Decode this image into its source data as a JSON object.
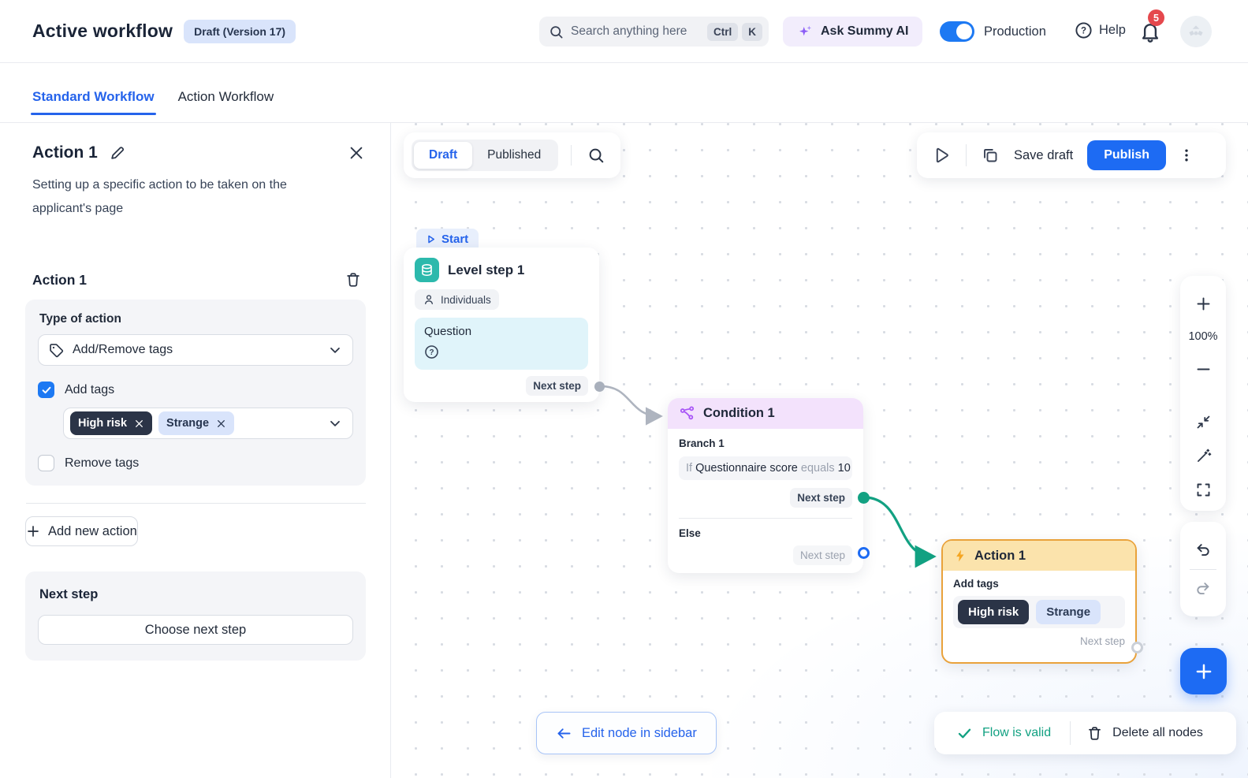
{
  "header": {
    "title": "Active workflow",
    "version_badge": "Draft (Version 17)",
    "search": {
      "placeholder": "Search anything here",
      "key1": "Ctrl",
      "key2": "K"
    },
    "ask_ai_label": "Ask Summy AI",
    "environment_toggle": {
      "label": "Production",
      "state": "on"
    },
    "help_label": "Help",
    "notifications_count": "5"
  },
  "tabs": [
    {
      "label": "Standard Workflow",
      "active": true
    },
    {
      "label": "Action Workflow",
      "active": false
    }
  ],
  "sidebar": {
    "title": "Action 1",
    "description": "Setting up a specific action to be taken on the applicant's page",
    "section_title": "Action 1",
    "type_of_action_label": "Type of action",
    "type_dropdown_value": "Add/Remove tags",
    "add_tags": {
      "label": "Add tags",
      "checked": true,
      "tags": [
        {
          "label": "High risk",
          "variant": "dark"
        },
        {
          "label": "Strange",
          "variant": "light"
        }
      ]
    },
    "remove_tags": {
      "label": "Remove tags",
      "checked": false
    },
    "add_new_action_label": "Add new action",
    "next_step": {
      "title": "Next step",
      "button_label": "Choose next step"
    }
  },
  "canvas": {
    "view_switch": {
      "draft": "Draft",
      "published": "Published",
      "selected": "Draft"
    },
    "toolbar": {
      "save_label": "Save draft",
      "publish_label": "Publish"
    },
    "zoom_level": "100%",
    "start_label": "Start",
    "nodes": {
      "level_step": {
        "title": "Level step 1",
        "audience": "Individuals",
        "block_title": "Question",
        "next_step_label": "Next step"
      },
      "condition": {
        "title": "Condition 1",
        "branch_label": "Branch 1",
        "rule": {
          "prefix": "If",
          "field": "Questionnaire score",
          "operator": "equals",
          "value": "10"
        },
        "branch_next_label": "Next step",
        "else_label": "Else",
        "else_next_label": "Next step"
      },
      "action": {
        "title": "Action 1",
        "section_label": "Add tags",
        "tags": [
          {
            "label": "High risk",
            "variant": "dark"
          },
          {
            "label": "Strange",
            "variant": "light"
          }
        ],
        "next_step_label": "Next step"
      }
    },
    "footer": {
      "edit_node_label": "Edit node in sidebar",
      "flow_valid_label": "Flow is valid",
      "delete_all_label": "Delete all nodes"
    }
  },
  "colors": {
    "accent_blue": "#1D6BF3",
    "tab_blue": "#2563EB",
    "teal": "#2CB9AC",
    "green_valid": "#12A182",
    "purple": "#A855F7",
    "orange": "#F5A623",
    "badge_red": "#E5484D",
    "tag_dark": "#2B3447",
    "tag_light": "#D9E4FB"
  }
}
